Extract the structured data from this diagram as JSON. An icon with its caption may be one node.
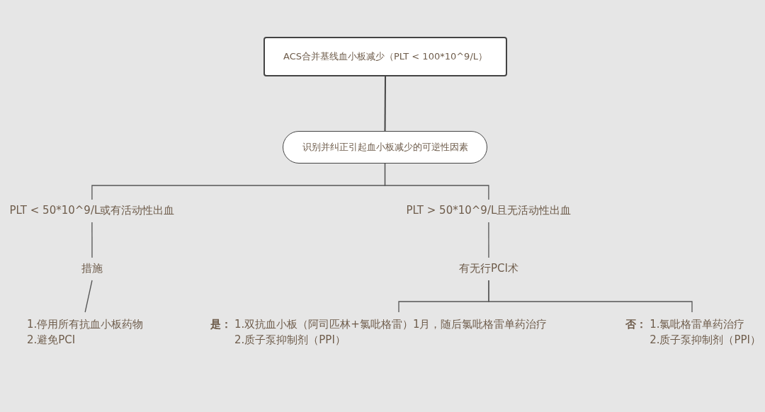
{
  "diagram": {
    "nodes": [
      {
        "text": [
          "ACS合并基线血小板减少（PLT < 100*10^9/L）"
        ]
      },
      {
        "text": [
          "识别并纠正引起血小板减少的可逆性因素"
        ]
      },
      {
        "text": [
          "PLT < 50*10^9/L或有活动性出血"
        ]
      },
      {
        "text": [
          "PLT > 50*10^9/L且无活动性出血"
        ]
      },
      {
        "text": [
          "措施"
        ]
      },
      {
        "text": [
          "有无行PCI术"
        ]
      },
      {
        "text": [
          "1.停用所有抗血小板药物",
          "2.避免PCI"
        ]
      },
      {
        "text": [
          "是：",
          "1.双抗血小板（阿司匹林+氯吡格雷）1月，随后氯吡格雷单药治疗",
          "2.质子泵抑制剂（PPI）"
        ]
      },
      {
        "text": [
          "否：",
          "1.氯吡格雷单药治疗",
          "2.质子泵抑制剂（PPI）"
        ]
      }
    ],
    "edges": [
      {
        "from": 0,
        "to": 1,
        "arrow": "none"
      },
      {
        "from": 1,
        "to": 2,
        "arrow": "none"
      },
      {
        "from": 1,
        "to": 3,
        "arrow": "none"
      },
      {
        "from": 2,
        "to": 4,
        "arrow": "none"
      },
      {
        "from": 4,
        "to": 6,
        "arrow": "none"
      },
      {
        "from": 3,
        "to": 5,
        "arrow": "none"
      },
      {
        "from": 5,
        "to": 7,
        "arrow": "none"
      },
      {
        "from": 5,
        "to": 8,
        "arrow": "none"
      }
    ]
  }
}
